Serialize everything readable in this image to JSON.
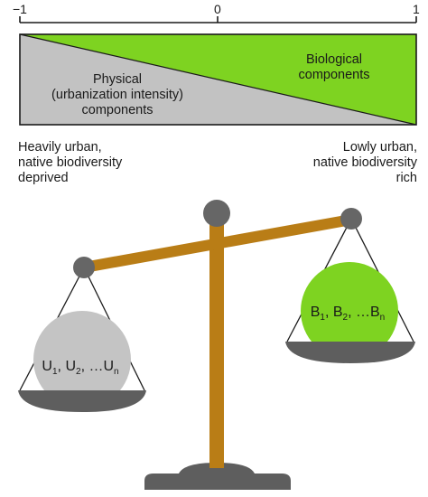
{
  "scale": {
    "tick_left": "−1",
    "tick_mid": "0",
    "tick_right": "1",
    "colors": {
      "physical": "#c2c2c2",
      "biological": "#7ed321",
      "line": "#1a1a1a"
    }
  },
  "regions": {
    "physical": [
      "Physical",
      "(urbanization intensity)",
      "components"
    ],
    "biological": [
      "Biological",
      "components"
    ]
  },
  "ends": {
    "left": [
      "Heavily urban,",
      "native biodiversity",
      "deprived"
    ],
    "right": [
      "Lowly urban,",
      "native biodiversity",
      "rich"
    ]
  },
  "balance": {
    "colors": {
      "beam": "#b97d16",
      "pivot": "#666666",
      "pan": "#5e5e5e",
      "base": "#5e5e5e"
    },
    "left_ball": {
      "letter": "U",
      "subs": [
        "1",
        "2",
        "n"
      ],
      "sep": ", ",
      "ellipsis": "…",
      "color": "#c4c4c4"
    },
    "right_ball": {
      "letter": "B",
      "subs": [
        "1",
        "2",
        "n"
      ],
      "sep": ", ",
      "ellipsis": "…",
      "color": "#7ed321"
    }
  }
}
